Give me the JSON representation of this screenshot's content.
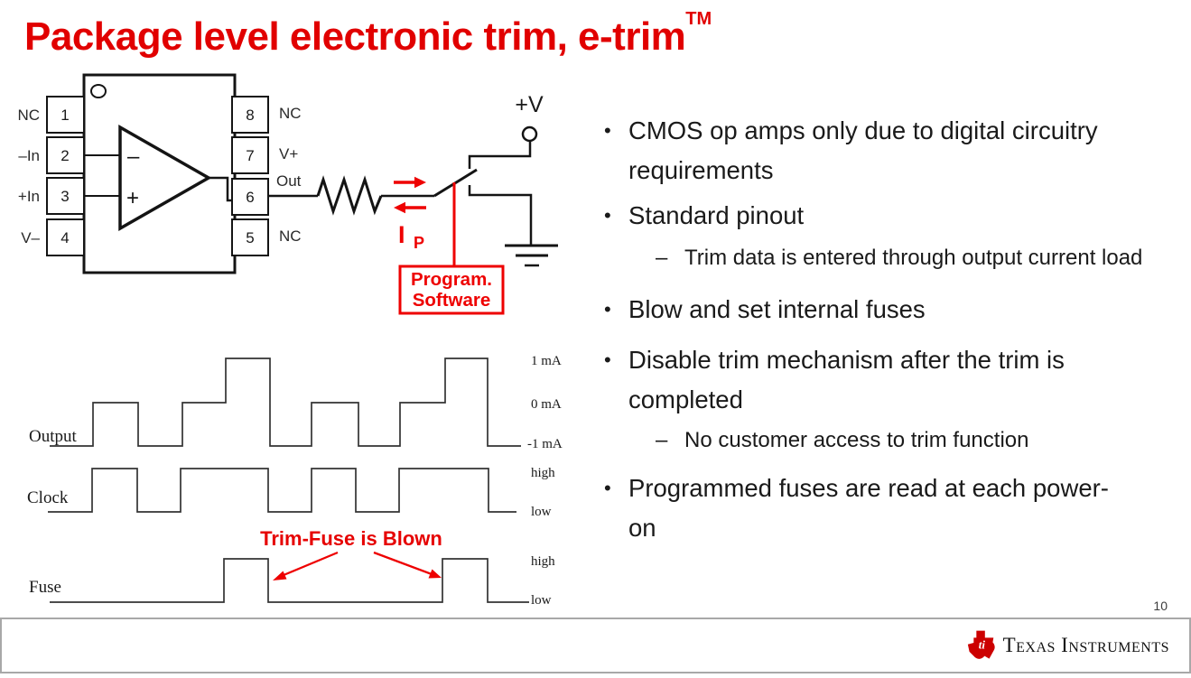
{
  "slide": {
    "title": "Package level electronic trim, e-trim",
    "trademark": "TM",
    "page_number": "10"
  },
  "footer": {
    "brand": "Texas Instruments"
  },
  "schematic": {
    "left_pins": [
      {
        "number": "1",
        "label": "NC"
      },
      {
        "number": "2",
        "label": "–In"
      },
      {
        "number": "3",
        "label": "+In"
      },
      {
        "number": "4",
        "label": "V–"
      }
    ],
    "right_pins": [
      {
        "number": "8",
        "label": "NC"
      },
      {
        "number": "7",
        "label": "V+"
      },
      {
        "number": "6",
        "label": "Out"
      },
      {
        "number": "5",
        "label": "NC"
      }
    ],
    "opamp": {
      "inverting": "–",
      "noninverting": "+"
    },
    "supply": "+V",
    "current": {
      "symbol": "I",
      "subscript": "P"
    },
    "program_box": [
      "Program.",
      "Software"
    ]
  },
  "timing": {
    "annotation": "Trim-Fuse is Blown"
  },
  "bullets": [
    {
      "marker": "•",
      "indent": false,
      "lines": [
        "CMOS op amps only due to digital circuitry",
        "requirements"
      ]
    },
    {
      "marker": "•",
      "indent": false,
      "lines": [
        "Standard pinout"
      ]
    },
    {
      "marker": "–",
      "indent": true,
      "lines": [
        "Trim data is entered through output current load"
      ]
    },
    {
      "marker": "•",
      "indent": false,
      "lines": [
        "Blow and set internal fuses"
      ]
    },
    {
      "marker": "•",
      "indent": false,
      "lines": [
        "Disable trim mechanism after the trim is",
        "completed"
      ]
    },
    {
      "marker": "–",
      "indent": true,
      "lines": [
        "No customer access to trim function"
      ]
    },
    {
      "marker": "•",
      "indent": false,
      "lines": [
        "Programmed fuses are read at each power-",
        "on"
      ]
    }
  ],
  "chart_data": {
    "type": "line",
    "subtype": "timing-diagram",
    "x_range": [
      53,
      586
    ],
    "waveforms": [
      {
        "name": "Output",
        "levels": [
          "1 mA",
          "0 mA",
          "-1 mA"
        ],
        "level_values": [
          1,
          0,
          -1
        ],
        "steps": [
          {
            "x": 55,
            "v": -1
          },
          {
            "x": 103,
            "v": 0
          },
          {
            "x": 153,
            "v": -1
          },
          {
            "x": 202,
            "v": 0
          },
          {
            "x": 250,
            "v": 1
          },
          {
            "x": 299,
            "v": -1
          },
          {
            "x": 345,
            "v": 0
          },
          {
            "x": 397,
            "v": -1
          },
          {
            "x": 443,
            "v": 0
          },
          {
            "x": 493,
            "v": 1
          },
          {
            "x": 540,
            "v": -1
          }
        ],
        "x_end": 577
      },
      {
        "name": "Clock",
        "levels": [
          "high",
          "low"
        ],
        "level_values": [
          1,
          0
        ],
        "steps": [
          {
            "x": 53,
            "v": 0
          },
          {
            "x": 102,
            "v": 1
          },
          {
            "x": 152,
            "v": 0
          },
          {
            "x": 200,
            "v": 1
          },
          {
            "x": 297,
            "v": 0
          },
          {
            "x": 345,
            "v": 1
          },
          {
            "x": 394,
            "v": 0
          },
          {
            "x": 442,
            "v": 1
          },
          {
            "x": 541,
            "v": 0
          }
        ],
        "x_end": 572
      },
      {
        "name": "Fuse",
        "levels": [
          "high",
          "low"
        ],
        "level_values": [
          1,
          0
        ],
        "steps": [
          {
            "x": 55,
            "v": 0
          },
          {
            "x": 248,
            "v": 1
          },
          {
            "x": 297,
            "v": 0
          },
          {
            "x": 490,
            "v": 1
          },
          {
            "x": 540,
            "v": 0
          }
        ],
        "x_end": 586
      }
    ],
    "annotation": {
      "text": "Trim-Fuse is Blown",
      "points_to": [
        "end of first Fuse pulse",
        "start of second Fuse pulse"
      ]
    }
  }
}
